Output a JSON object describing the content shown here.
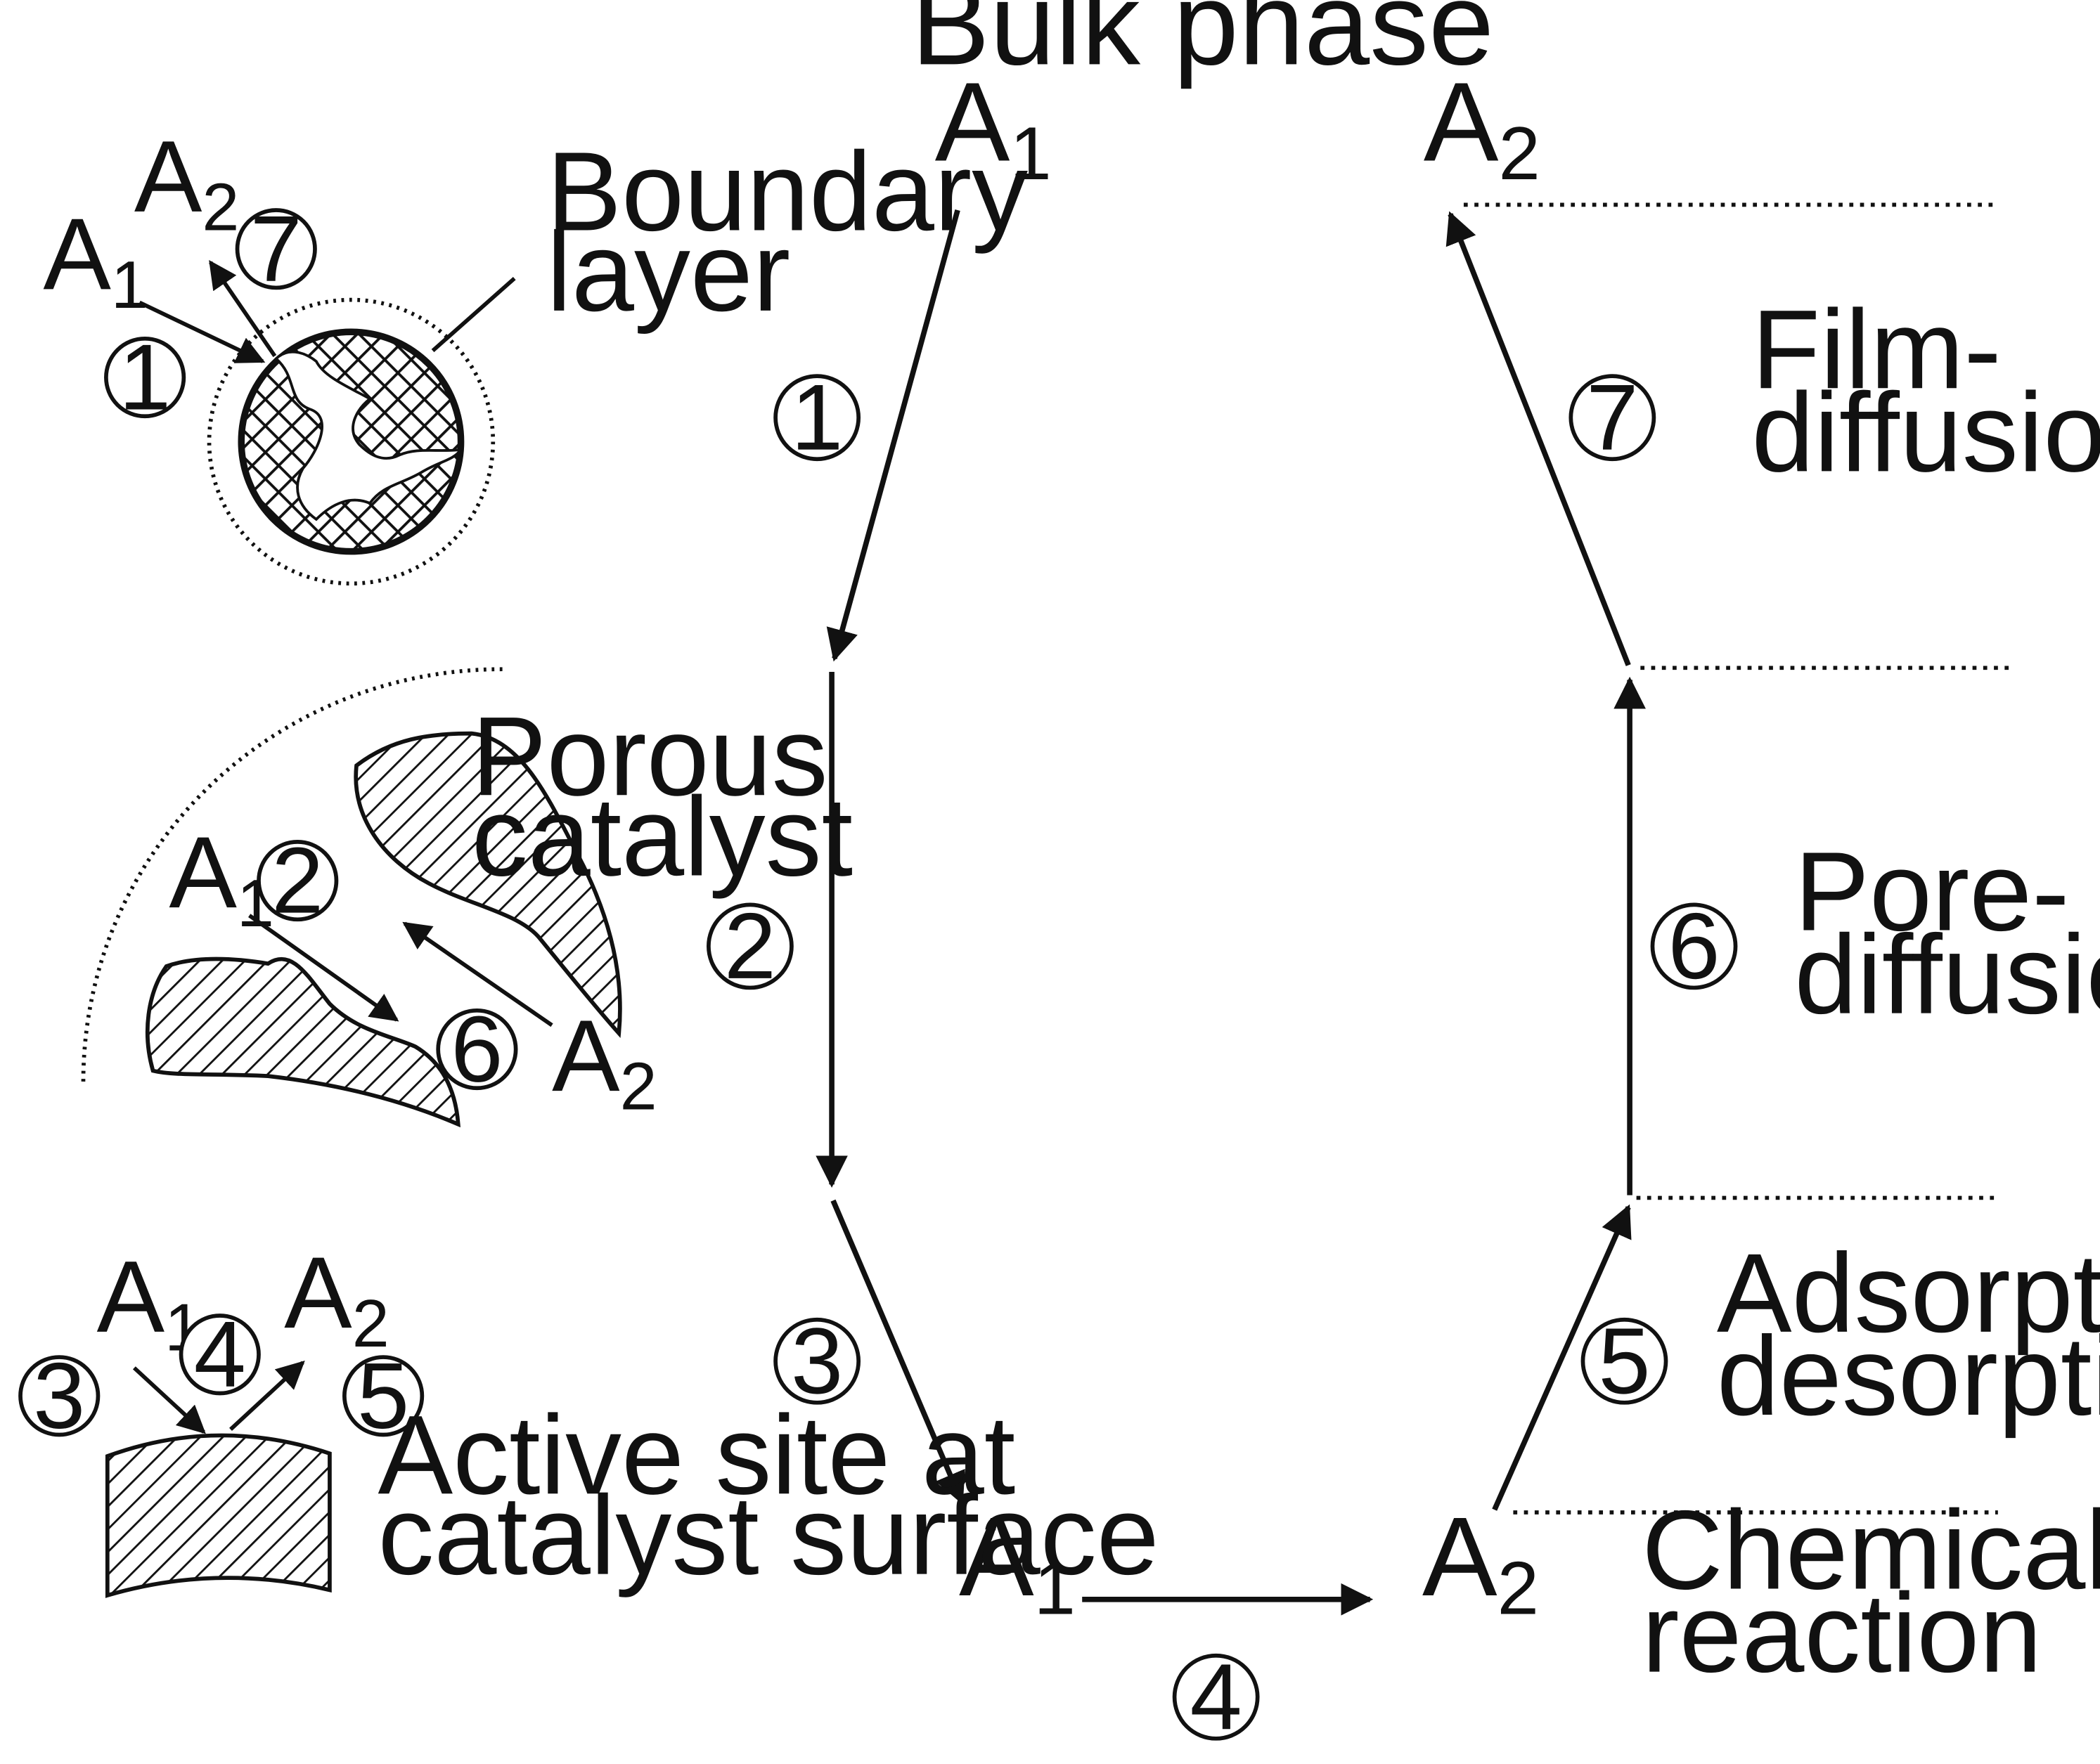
{
  "title": "Bulk phase",
  "species": {
    "a": "A",
    "s1": "1",
    "s2": "2"
  },
  "steps": {
    "1": "1",
    "2": "2",
    "3": "3",
    "4": "4",
    "5": "5",
    "6": "6",
    "7": "7"
  },
  "right_labels": {
    "film_1": "Film-",
    "film_2": "diffusion",
    "pore_1": "Pore-",
    "pore_2": "diffusion",
    "ads_1": "Adsorption/",
    "ads_2": "desorption",
    "chem_1": "Chemical",
    "chem_2": "reaction"
  },
  "left_labels": {
    "boundary_1": "Boundary",
    "boundary_2": "layer",
    "porous_1": "Porous",
    "porous_2": "catalyst",
    "active_1": "Active site at",
    "active_2": "catalyst surface"
  }
}
